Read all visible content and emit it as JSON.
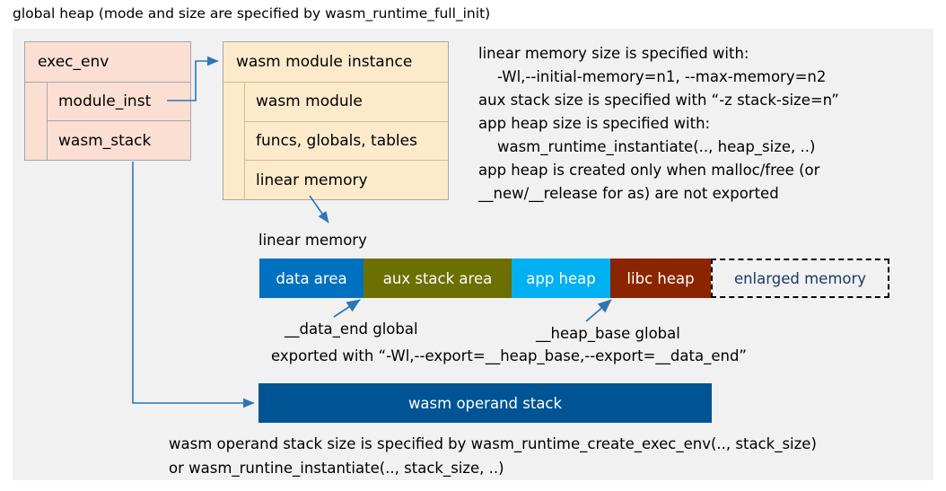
{
  "title": "global heap (mode and size are specified by wasm_runtime_full_init)",
  "colors": {
    "panel_bg": "#f1f1f1",
    "exec_env_fill": "#fbdfd2",
    "module_inst_fill": "#fdeacb",
    "data_area": "#0070c0",
    "aux_stack_area": "#6b7000",
    "app_heap": "#00b0f0",
    "libc_heap": "#8b2500",
    "enlarged_memory_text": "#1f3864",
    "operand_stack": "#005494",
    "connector": "#2e75b6"
  },
  "exec_env": {
    "header": "exec_env",
    "fields": [
      "module_inst",
      "wasm_stack"
    ]
  },
  "module_instance": {
    "header": "wasm module instance",
    "fields": [
      "wasm module",
      "funcs, globals, tables",
      "linear memory"
    ]
  },
  "info_text": "linear memory size is specified with:\n    -Wl,--initial-memory=n1, --max-memory=n2\naux stack size is specified with “-z stack-size=n”\napp heap size is specified with:\n    wasm_runtime_instantiate(.., heap_size, ..)\napp heap is created only when malloc/free (or\n__new/__release for as) are not exported",
  "linear_memory": {
    "label": "linear memory",
    "segments": [
      {
        "label": "data area",
        "color": "#0070c0",
        "width": 116
      },
      {
        "label": "aux stack area",
        "color": "#6b7000",
        "width": 165
      },
      {
        "label": "app heap",
        "color": "#00b0f0",
        "width": 110
      },
      {
        "label": "libc heap",
        "color": "#8b2500",
        "width": 112
      },
      {
        "label": "enlarged memory",
        "color": "#f1f1f1",
        "width": 199,
        "dashed": true
      }
    ]
  },
  "annotations": {
    "data_end": "__data_end global",
    "heap_base": "__heap_base global",
    "exported": "exported with “-Wl,--export=__heap_base,--export=__data_end”"
  },
  "operand_stack": {
    "label": "wasm operand stack"
  },
  "bottom_text": "wasm operand stack size is specified by wasm_runtime_create_exec_env(.., stack_size)\nor wasm_runtine_instantiate(.., stack_size, ..)"
}
